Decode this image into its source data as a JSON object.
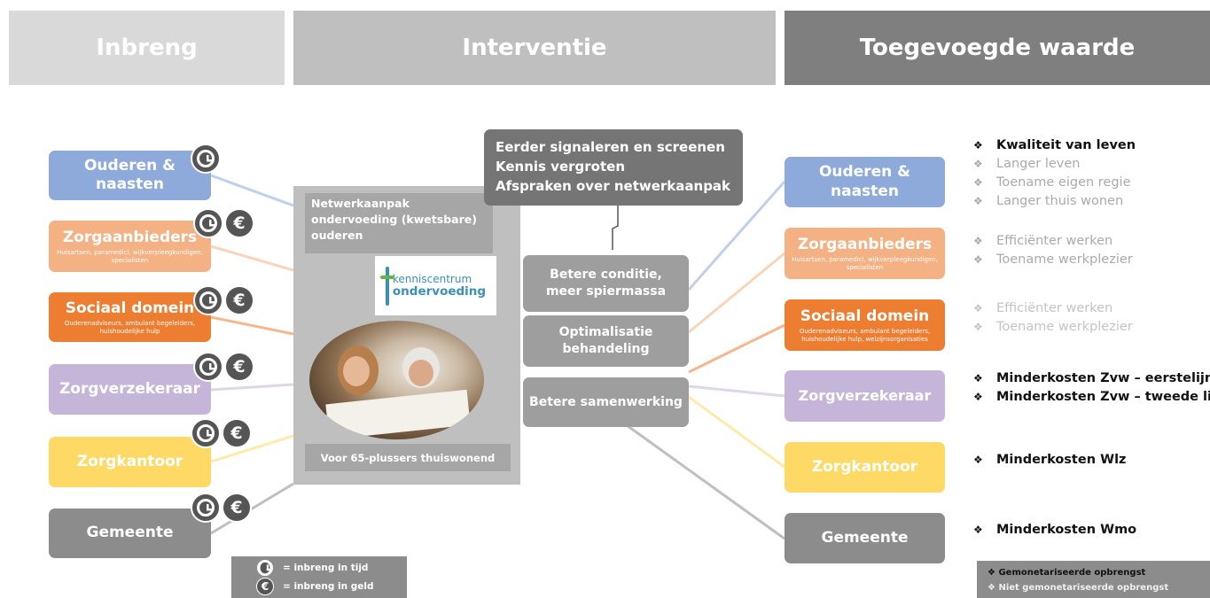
{
  "headers": {
    "inbreng": "Inbreng",
    "interventie": "Interventie",
    "toegevoegde_waarde": "Toegevoegde waarde"
  },
  "left_actors": [
    {
      "label": "Ouderen &\nnaasten",
      "sub": "",
      "color": "#8eaadb"
    },
    {
      "label": "Zorgaanbieders",
      "sub": "Huisartsen, paramedici, wijkverpleegkundigen, specialisten",
      "color": "#f4b183"
    },
    {
      "label": "Sociaal domein",
      "sub": "Ouderenadviseurs, ambulant begeleiders, huishoudelijke hulp",
      "color": "#ed7d31"
    },
    {
      "label": "Zorgverzekeraar",
      "sub": "",
      "color": "#c5b6d9"
    },
    {
      "label": "Zorgkantoor",
      "sub": "",
      "color": "#ffd966"
    },
    {
      "label": "Gemeente",
      "sub": "",
      "color": "#8c8c8c"
    }
  ],
  "right_actors": [
    {
      "label": "Ouderen &\nnaasten",
      "sub": "",
      "color": "#8eaadb"
    },
    {
      "label": "Zorgaanbieders",
      "sub": "Huisartsen, paramedici, wijkverpleegkundigen, specialisten",
      "color": "#f4b183"
    },
    {
      "label": "Sociaal domein",
      "sub": "Ouderenadviseurs, ambulant begeleiders, huishoudelijke hulp, welzijnsorganisaties",
      "color": "#ed7d31"
    },
    {
      "label": "Zorgverzekeraar",
      "sub": "",
      "color": "#c5b6d9"
    },
    {
      "label": "Zorgkantoor",
      "sub": "",
      "color": "#ffd966"
    },
    {
      "label": "Gemeente",
      "sub": "",
      "color": "#8c8c8c"
    }
  ],
  "icon_names": [
    "clock-icon",
    "euro-icon"
  ],
  "intervention": {
    "title": "Netwerkaanpak ondervoeding (kwetsbare) ouderen",
    "logo_line1": "kenniscentrum",
    "logo_line2": "ondervoeding",
    "footer": "Voor 65-plussers thuiswonend"
  },
  "activities": "Eerder signaleren en screenen\nKennis vergroten\nAfspraken over netwerkaanpak",
  "outcomes": [
    "Betere conditie,\nmeer spiermassa",
    "Optimalisatie\nbehandeling",
    "Betere samenwerking"
  ],
  "values": [
    {
      "items": [
        {
          "text": "Kwaliteit van leven",
          "monetized": true
        },
        {
          "text": "Langer leven",
          "monetized": false
        },
        {
          "text": "Toename eigen regie",
          "monetized": false
        },
        {
          "text": "Langer thuis wonen",
          "monetized": false
        }
      ]
    },
    {
      "items": [
        {
          "text": "Efficiënter werken",
          "monetized": false
        },
        {
          "text": "Toename werkplezier",
          "monetized": false
        }
      ]
    },
    {
      "items": [
        {
          "text": "Efficiënter werken",
          "monetized": false
        },
        {
          "text": "Toename werkplezier",
          "monetized": false
        }
      ]
    },
    {
      "items": [
        {
          "text": "Minderkosten Zvw – eerstelijn",
          "monetized": true
        },
        {
          "text": "Minderkosten Zvw – tweede lijn",
          "monetized": true
        }
      ]
    },
    {
      "items": [
        {
          "text": "Minderkosten Wlz",
          "monetized": true
        }
      ]
    },
    {
      "items": [
        {
          "text": "Minderkosten Wmo",
          "monetized": true
        }
      ]
    }
  ],
  "legend_icons": {
    "time": "= inbreng in tijd",
    "money": "= inbreng in geld"
  },
  "legend_value": {
    "monetized": "Gemonetariseerde opbrengst",
    "non_monetized": "Niet gemonetariseerde opbrengst"
  },
  "colors": {
    "header_light": "#d9d9d9",
    "header_mid": "#bfbfbf",
    "header_dark": "#7f7f7f",
    "intervention_bg": "#bfbfbf",
    "outcome_bg": "#9e9e9e"
  }
}
